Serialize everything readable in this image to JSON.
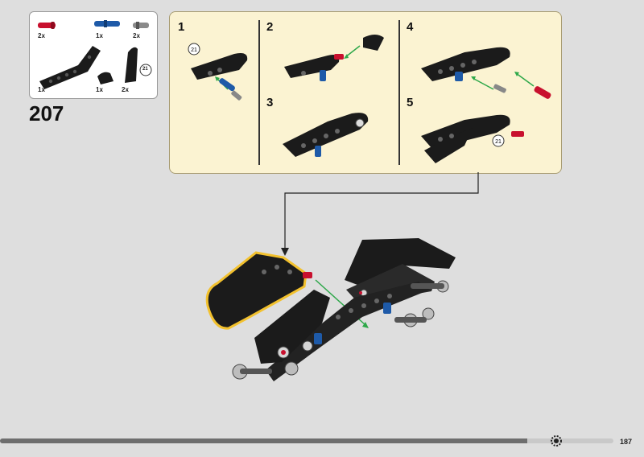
{
  "parts": [
    {
      "id": "red-pin",
      "qty": "2x",
      "color": "#c8102e"
    },
    {
      "id": "blue-axle-pin",
      "qty": "1x",
      "color": "#1e5aa8"
    },
    {
      "id": "gray-pin",
      "qty": "2x",
      "color": "#888888"
    },
    {
      "id": "bent-beam",
      "qty": "1x",
      "color": "#1b1b1b"
    },
    {
      "id": "small-connector",
      "qty": "1x",
      "color": "#1b1b1b"
    },
    {
      "id": "panel-21",
      "qty": "2x",
      "color": "#1b1b1b",
      "callout": "21"
    }
  ],
  "step": {
    "number": "207"
  },
  "substeps": [
    {
      "label": "1",
      "callout": "21"
    },
    {
      "label": "2"
    },
    {
      "label": "3"
    },
    {
      "label": "4"
    },
    {
      "label": "5",
      "callout": "21"
    }
  ],
  "footer": {
    "page_number": "187",
    "progress": 0.86,
    "progress_icon": "gear-icon"
  },
  "colors": {
    "panel_bg": "#fbf3d2",
    "panel_border": "#a79b71",
    "highlight": "#f2c12e",
    "arrow_green": "#2ea84a",
    "piece_black": "#1b1b1b"
  }
}
